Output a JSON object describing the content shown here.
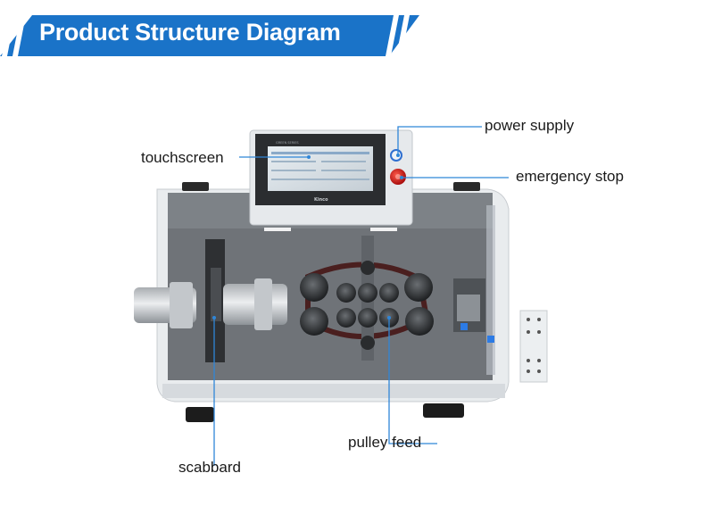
{
  "header": {
    "title": "Product Structure Diagram"
  },
  "colors": {
    "banner": "#1a73c8",
    "leader": "#2f86d8",
    "panel": "#e9ecee",
    "screen": "#dfe6ea"
  },
  "screen": {
    "brand": "Kinco",
    "series": "GREEN SERIES"
  },
  "labels": {
    "touchscreen": "touchscreen",
    "power_supply": "power supply",
    "emergency_stop": "emergency stop",
    "pulley_feed": "pulley feed",
    "scabbard": "scabbard"
  }
}
